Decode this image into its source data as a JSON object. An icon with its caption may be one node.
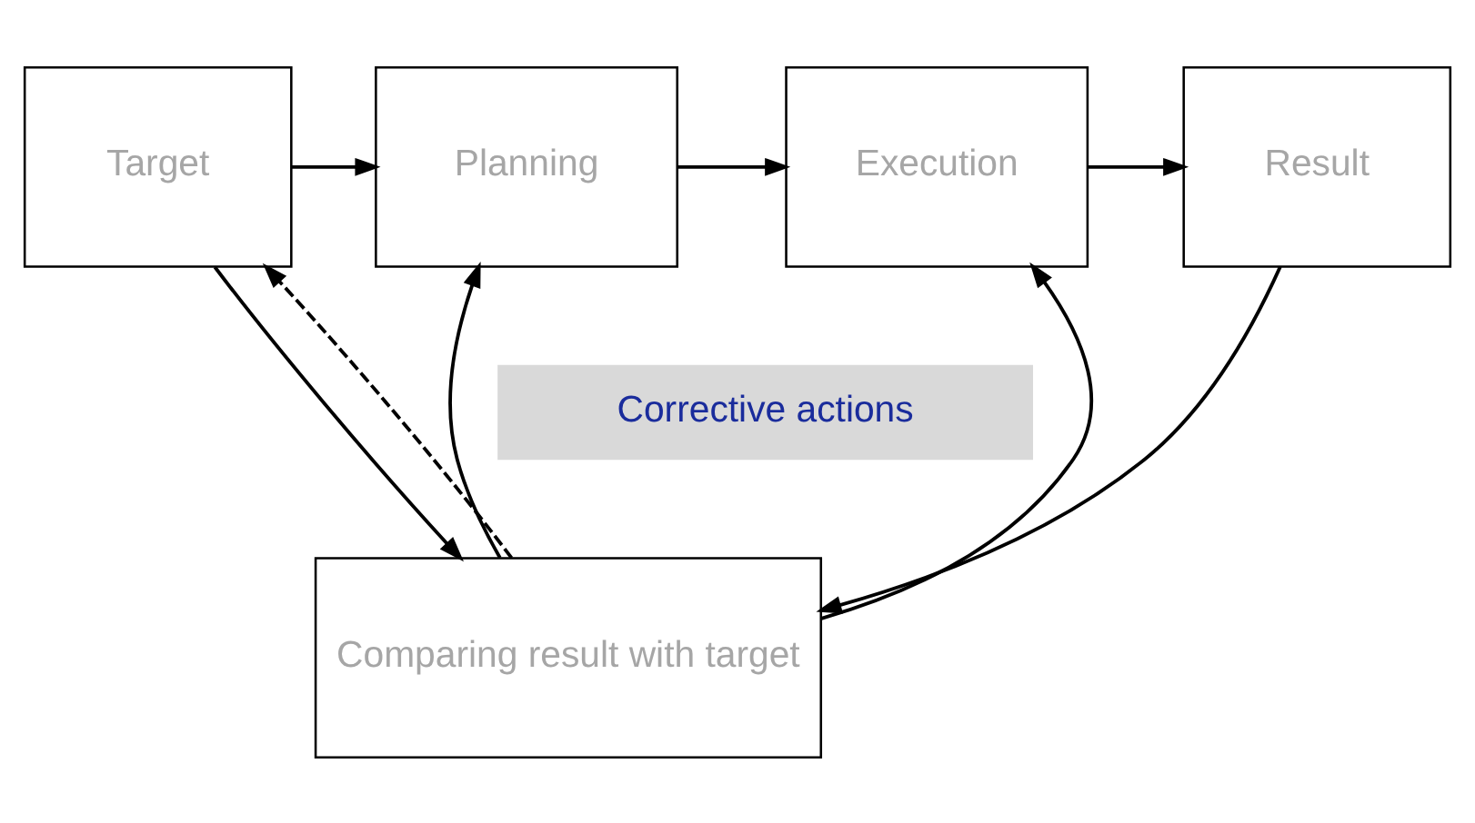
{
  "diagram": {
    "nodes": [
      {
        "text": [
          "Target"
        ]
      },
      {
        "text": [
          "Planning"
        ]
      },
      {
        "text": [
          "Execution"
        ]
      },
      {
        "text": [
          "Result"
        ]
      },
      {
        "text": [
          "Comparing result with target"
        ]
      },
      {
        "text": [
          "Corrective actions"
        ]
      }
    ],
    "edges": [
      {
        "from": 0,
        "to": 1,
        "arrow": "to"
      },
      {
        "from": 1,
        "to": 2,
        "arrow": "to"
      },
      {
        "from": 2,
        "to": 3,
        "arrow": "to"
      },
      {
        "from": 0,
        "to": 4,
        "arrow": "to"
      },
      {
        "from": 3,
        "to": 4,
        "arrow": "to"
      },
      {
        "from": 4,
        "to": 1,
        "arrow": "to"
      },
      {
        "from": 4,
        "to": 2,
        "arrow": "to"
      },
      {
        "from": 4,
        "to": 0,
        "arrow": "to",
        "style": "dashed"
      }
    ]
  }
}
